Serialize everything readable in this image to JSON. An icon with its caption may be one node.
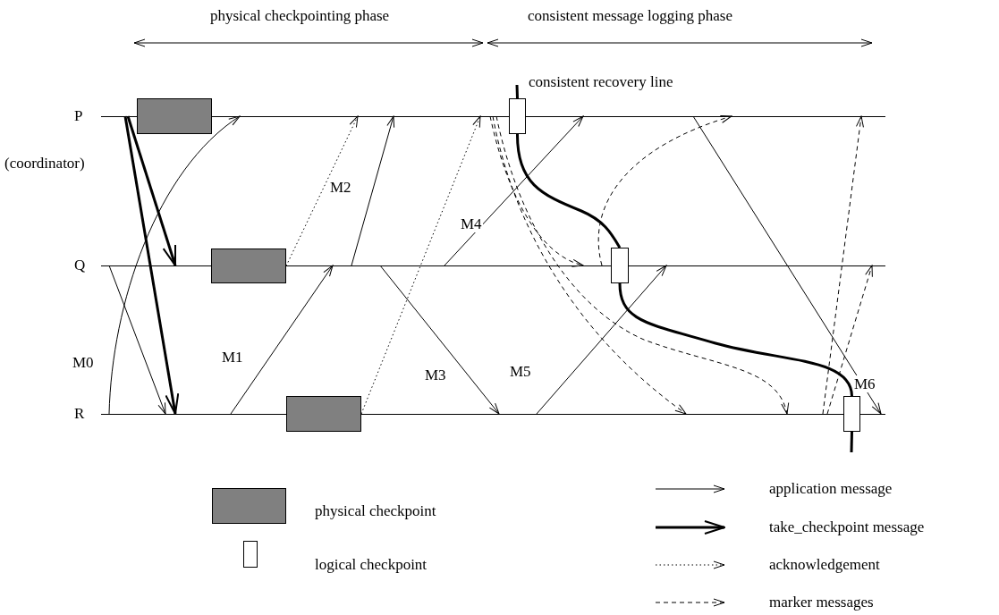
{
  "diagram": {
    "nodes": [
      {
        "text": [
          "P"
        ],
        "beside": [
          "(coordinator)"
        ]
      },
      {
        "text": [
          "Q"
        ]
      },
      {
        "text": [
          "R"
        ]
      },
      {
        "text": [],
        "shape": "box"
      },
      {
        "text": [],
        "shape": "box"
      },
      {
        "text": [],
        "shape": "box"
      },
      {
        "text": [],
        "shape": "box"
      },
      {
        "text": [],
        "shape": "box"
      },
      {
        "text": [],
        "shape": "box"
      }
    ],
    "edges": [
      {
        "from": 0,
        "to": 1,
        "arrow": "to",
        "style": "thick"
      },
      {
        "from": 0,
        "to": 2,
        "arrow": "to",
        "style": "thick"
      },
      {
        "from": 2,
        "to": 0,
        "arrow": "to",
        "label": "M0"
      },
      {
        "from": 1,
        "to": 2,
        "arrow": "to"
      },
      {
        "from": 2,
        "to": 1,
        "arrow": "to",
        "label": "M1"
      },
      {
        "from": 4,
        "to": 0,
        "arrow": "to",
        "style": "dashed"
      },
      {
        "from": 1,
        "to": 0,
        "arrow": "to",
        "label": "M2"
      },
      {
        "from": 1,
        "to": 2,
        "arrow": "to",
        "label": "M3"
      },
      {
        "from": 5,
        "to": 0,
        "arrow": "to",
        "style": "dashed"
      },
      {
        "from": 1,
        "to": 0,
        "arrow": "to",
        "label": "M4"
      },
      {
        "from": 0,
        "to": 1,
        "arrow": "to",
        "style": "dashed"
      },
      {
        "from": 0,
        "to": 2,
        "arrow": "to",
        "style": "dashed"
      },
      {
        "from": 0,
        "to": 2,
        "arrow": "to",
        "style": "dashed"
      },
      {
        "from": 2,
        "to": 1,
        "arrow": "to",
        "label": "M5"
      },
      {
        "from": 1,
        "to": 0,
        "arrow": "to",
        "style": "dashed"
      },
      {
        "from": 0,
        "to": 2,
        "arrow": "to",
        "label": "M6"
      },
      {
        "from": 2,
        "to": 0,
        "arrow": "to",
        "style": "dashed"
      },
      {
        "from": 2,
        "to": 1,
        "arrow": "to",
        "style": "dashed"
      },
      {
        "from": null,
        "to": 6,
        "arrow": "none",
        "style": "thick"
      },
      {
        "from": 6,
        "to": 7,
        "arrow": "none",
        "style": "thick"
      },
      {
        "from": 7,
        "to": 8,
        "arrow": "none",
        "style": "thick"
      },
      {
        "from": 8,
        "to": null,
        "arrow": "none",
        "style": "thick"
      }
    ],
    "labels": [
      "physical checkpointing phase",
      "consistent message logging phase",
      "consistent recovery line"
    ],
    "legend": [
      {
        "text": "physical checkpoint",
        "color": "#808080"
      },
      {
        "text": "logical checkpoint",
        "color": "#ffffff"
      },
      {
        "text": "application message"
      },
      {
        "text": "take_checkpoint message"
      },
      {
        "text": "acknowledgement"
      },
      {
        "text": "marker messages"
      }
    ]
  }
}
